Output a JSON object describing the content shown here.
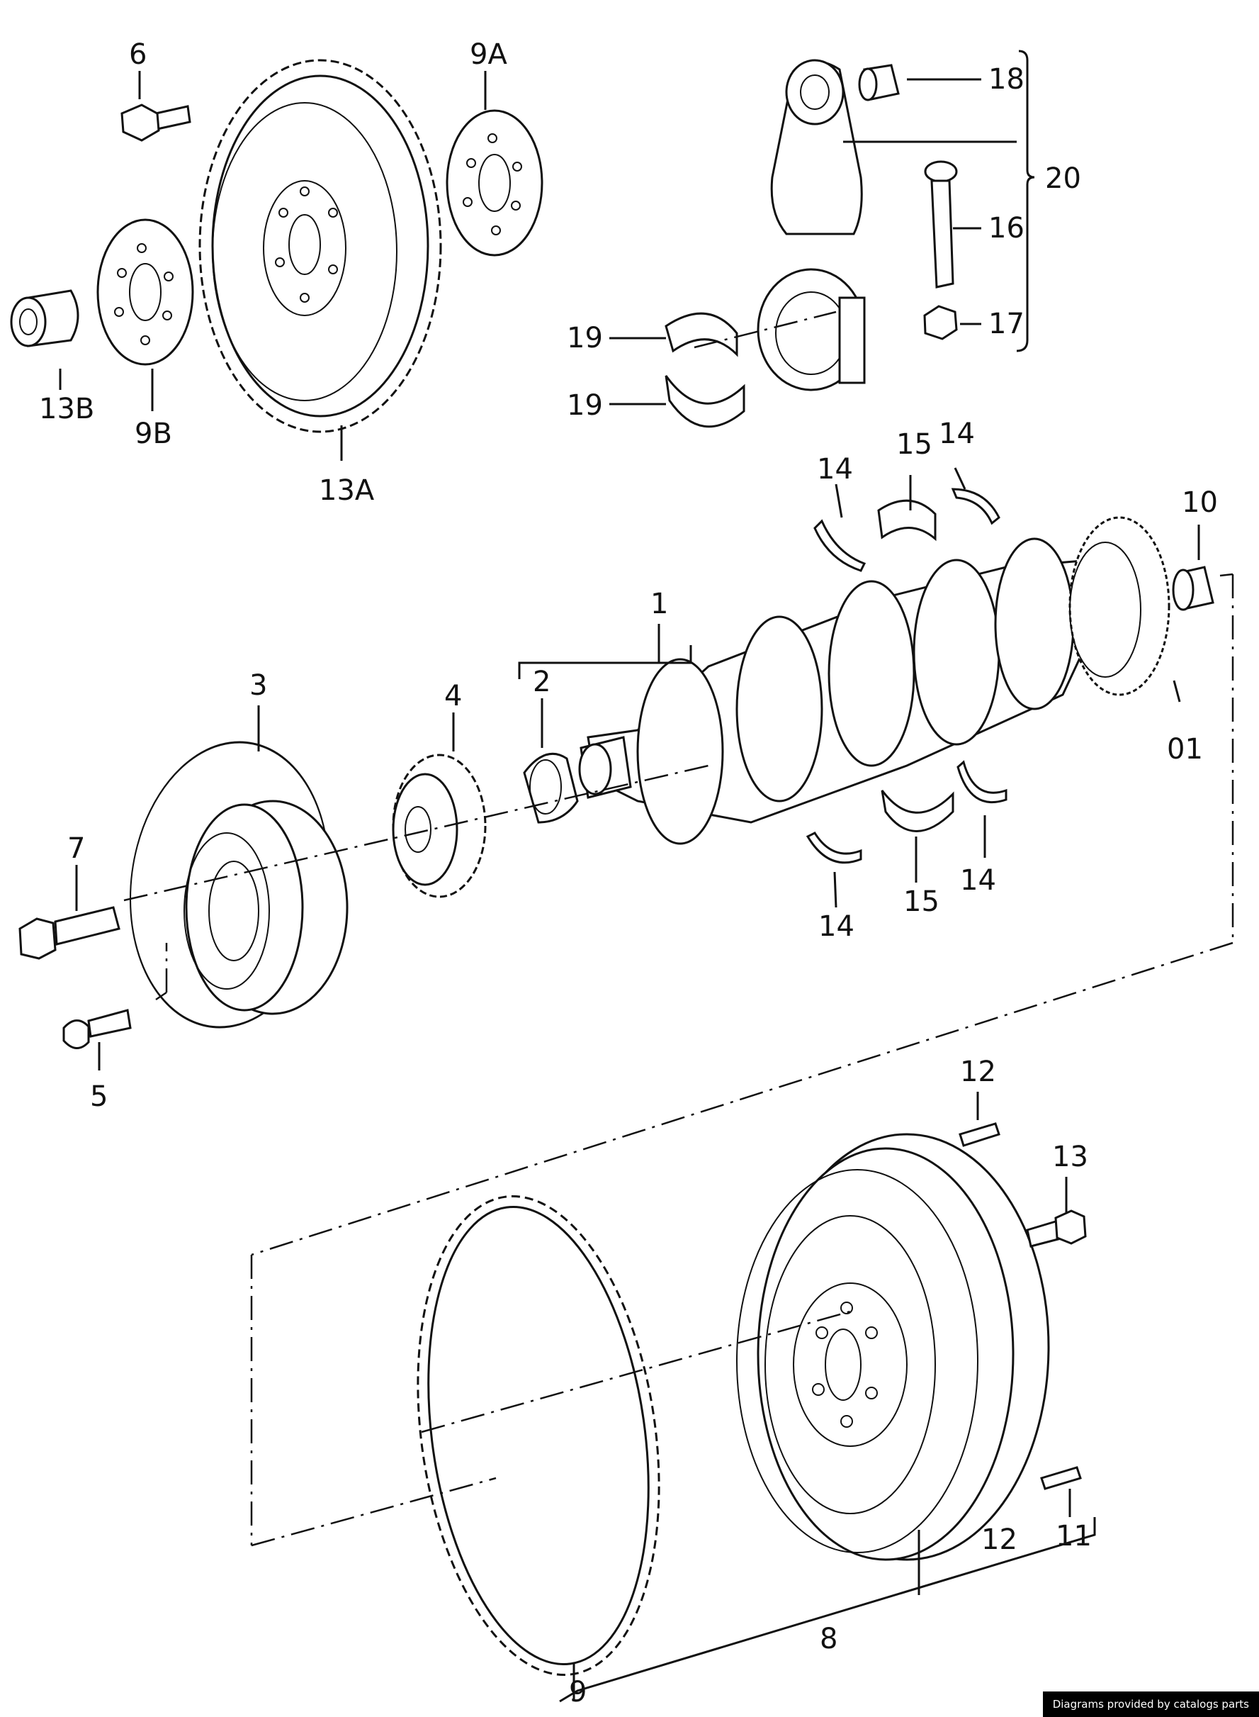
{
  "callouts": {
    "c6": "6",
    "c9A": "9A",
    "c13B": "13B",
    "c9B": "9B",
    "c13A": "13A",
    "c18": "18",
    "c20": "20",
    "c16": "16",
    "c17": "17",
    "c19a": "19",
    "c19b": "19",
    "c14a": "14",
    "c15a": "15",
    "c14b": "14",
    "c10": "10",
    "c1": "1",
    "c2": "2",
    "c3": "3",
    "c4": "4",
    "c01": "01",
    "c7": "7",
    "c5": "5",
    "c14c": "14",
    "c15b": "15",
    "c14d": "14",
    "c12a": "12",
    "c13": "13",
    "c11": "11",
    "c12b": "12",
    "c8": "8",
    "c9": "9"
  },
  "credit": "Diagrams provided by catalogs parts"
}
